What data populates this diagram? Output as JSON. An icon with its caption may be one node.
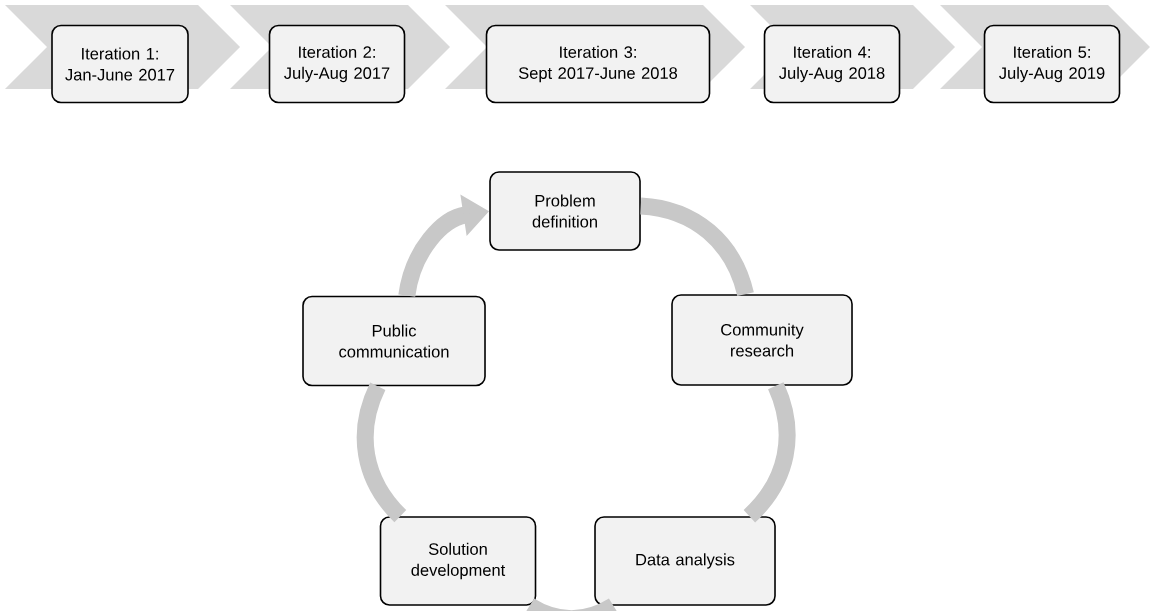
{
  "diagram": {
    "nodes": [
      {
        "text": [],
        "shape": "chevron"
      },
      {
        "text": [],
        "shape": "chevron"
      },
      {
        "text": [],
        "shape": "chevron"
      },
      {
        "text": [],
        "shape": "chevron"
      },
      {
        "text": [],
        "shape": "chevron"
      },
      {
        "text": [
          "Iteration 1:",
          "Jan-June 2017"
        ]
      },
      {
        "text": [
          "Iteration 2:",
          "July-Aug 2017"
        ]
      },
      {
        "text": [
          "Iteration 3:",
          "Sept 2017-June 2018"
        ]
      },
      {
        "text": [
          "Iteration 4:",
          "July-Aug 2018"
        ]
      },
      {
        "text": [
          "Iteration 5:",
          "July-Aug 2019"
        ]
      },
      {
        "text": [
          "Problem definition"
        ]
      },
      {
        "text": [
          "Community research"
        ]
      },
      {
        "text": [
          "Data analysis"
        ]
      },
      {
        "text": [
          "Solution development"
        ]
      },
      {
        "text": [
          "Public communication"
        ]
      }
    ],
    "edges": [
      {
        "from": 10,
        "to": 11,
        "arrow": "none"
      },
      {
        "from": 11,
        "to": 12,
        "arrow": "none"
      },
      {
        "from": 12,
        "to": 13,
        "arrow": "none"
      },
      {
        "from": 13,
        "to": 14,
        "arrow": "none"
      },
      {
        "from": 14,
        "to": 10,
        "arrow": "to"
      }
    ]
  }
}
